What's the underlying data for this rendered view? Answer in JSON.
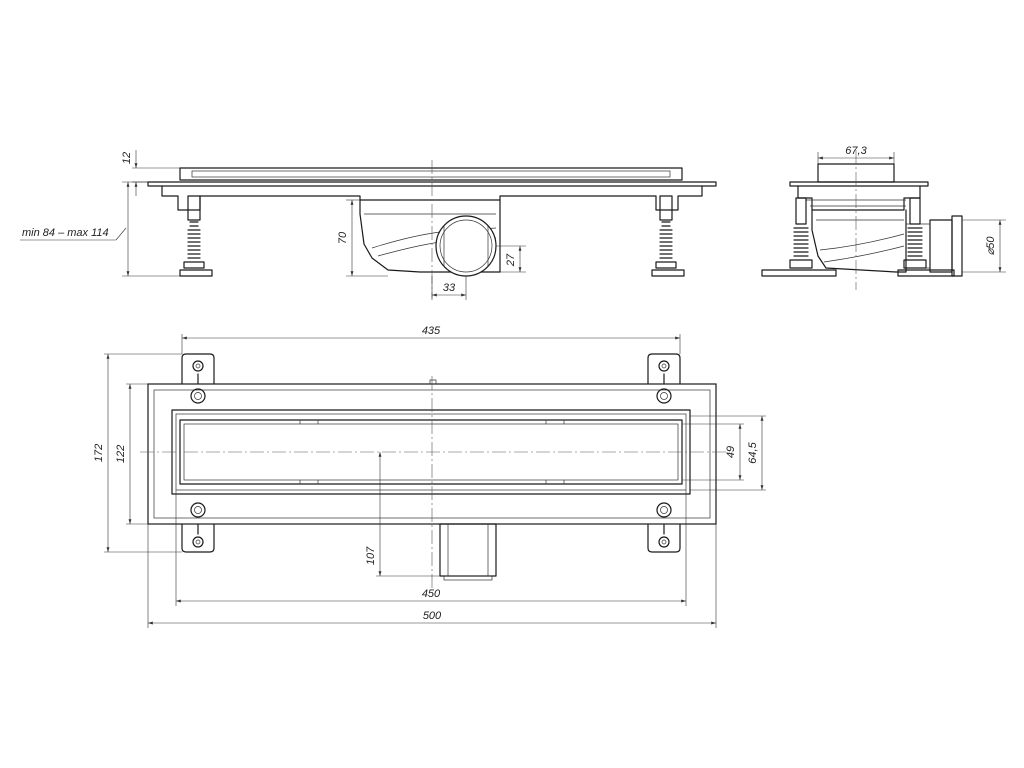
{
  "dimensions": {
    "top_rim": "12",
    "height_range": "min 84 – max 114",
    "body_height": "70",
    "outlet_offset": "33",
    "outlet_height": "27",
    "grate_width": "67,3",
    "pipe_diameter": "⌀50",
    "length_inner": "435",
    "width_outer": "172",
    "width_mid": "122",
    "grate_slot": "49",
    "channel_width": "64,5",
    "outlet_distance": "107",
    "length_450": "450",
    "length_500": "500"
  }
}
